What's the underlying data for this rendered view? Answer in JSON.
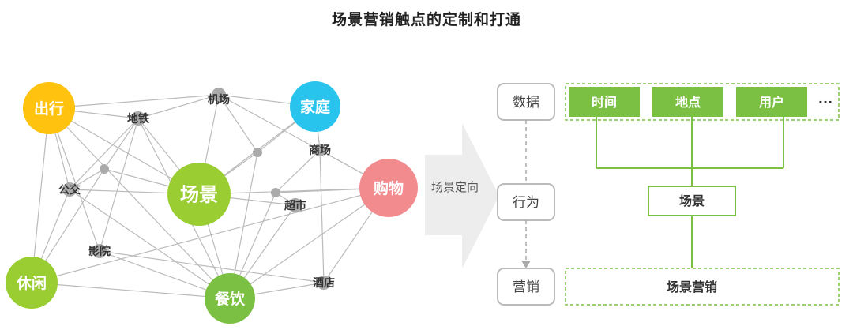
{
  "title": "场景营销触点的定制和打通",
  "network": {
    "hubs": [
      {
        "id": "chuxing",
        "label": "出行",
        "color": "#FFC20E"
      },
      {
        "id": "jiating",
        "label": "家庭",
        "color": "#29C4EE"
      },
      {
        "id": "changjing",
        "label": "场景",
        "color": "#9ACD32"
      },
      {
        "id": "gouwu",
        "label": "购物",
        "color": "#F28B8E"
      },
      {
        "id": "xiuxian",
        "label": "休闲",
        "color": "#9ACD32"
      },
      {
        "id": "canyin",
        "label": "餐饮",
        "color": "#7BC043"
      }
    ],
    "small_nodes": [
      {
        "id": "jichang",
        "label": "机场"
      },
      {
        "id": "ditie",
        "label": "地铁"
      },
      {
        "id": "shangchang",
        "label": "商场"
      },
      {
        "id": "gongjiao",
        "label": "公交"
      },
      {
        "id": "chaoshi",
        "label": "超市"
      },
      {
        "id": "yingyuan",
        "label": "影院"
      },
      {
        "id": "jiudian",
        "label": "酒店"
      }
    ]
  },
  "arrow": {
    "label": "场景定向"
  },
  "flow": {
    "steps": [
      "数据",
      "行为",
      "营销"
    ],
    "data_items": [
      "时间",
      "地点",
      "用户"
    ],
    "ellipsis": "···",
    "scene_box": "场景",
    "marketing_box": "场景营销"
  },
  "colors": {
    "green": "#7BC043",
    "line_gray": "#BBBBBB",
    "node_gray": "#AAAAAA"
  }
}
